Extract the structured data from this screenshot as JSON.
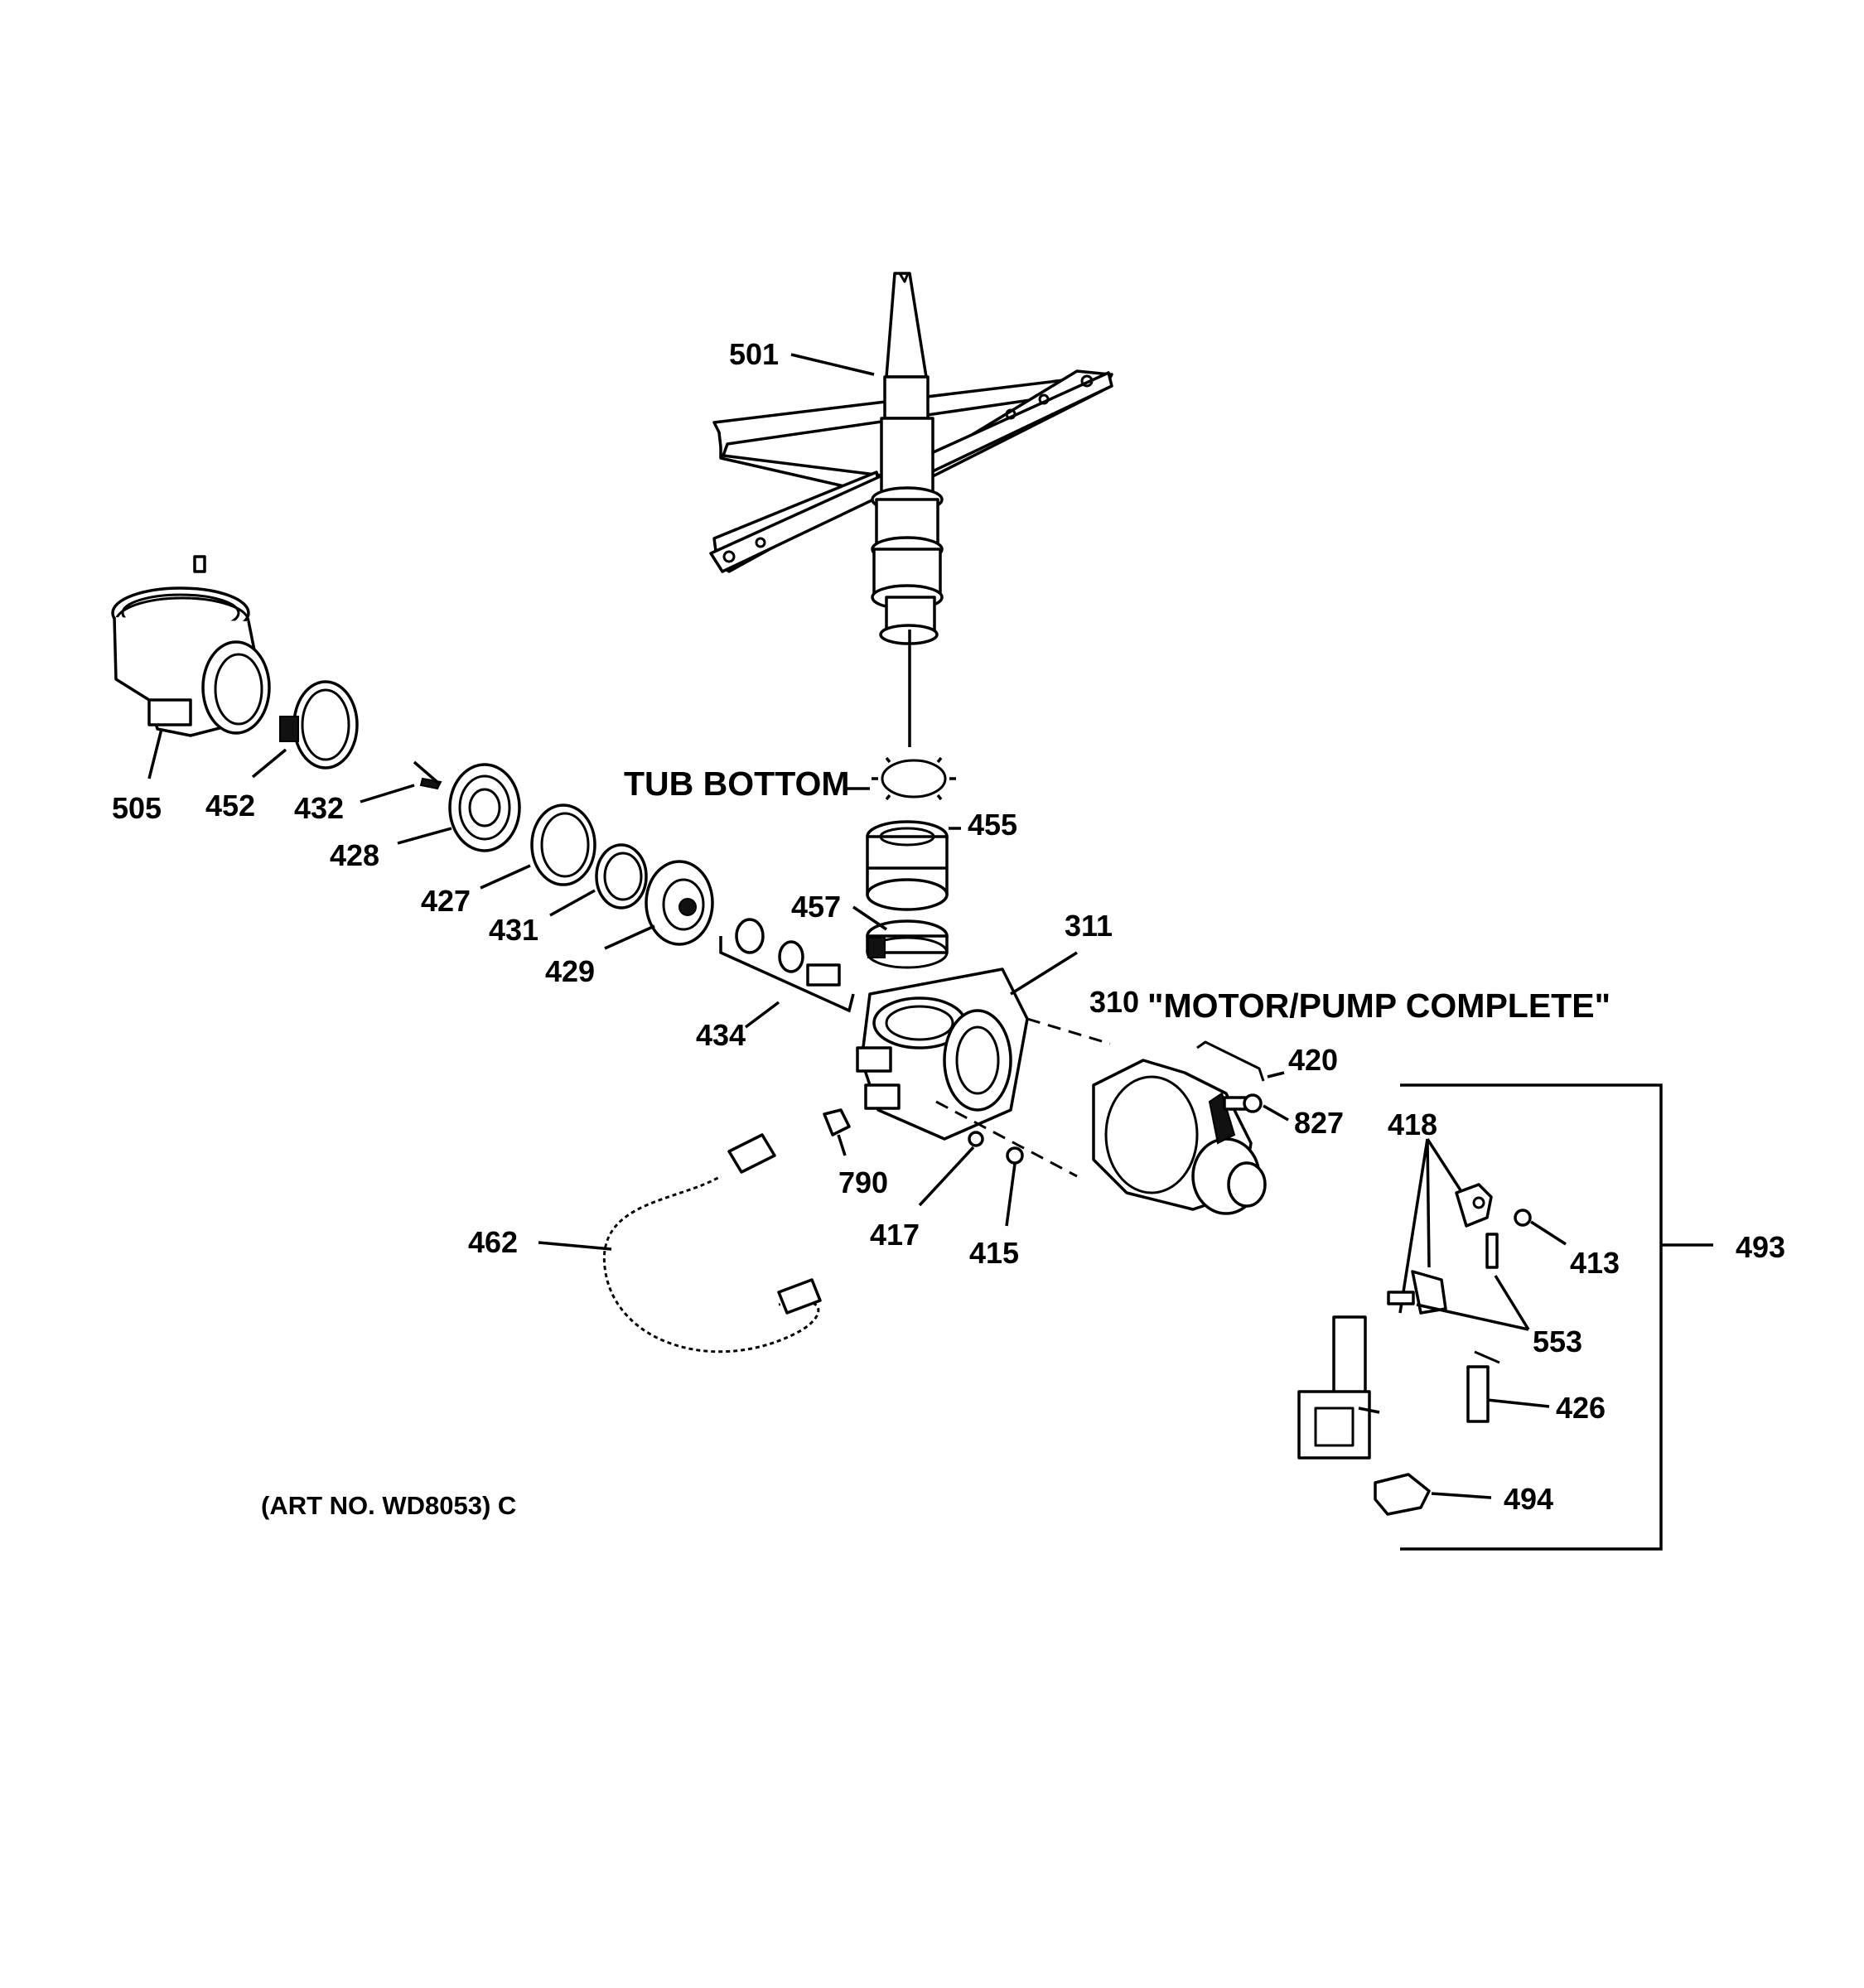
{
  "diagram": {
    "tub_bottom_label": "TUB BOTTOM",
    "motor_pump_title": "\"MOTOR/PUMP COMPLETE\"",
    "art_number": "(ART NO. WD8053) C",
    "callouts": {
      "p501": "501",
      "p505": "505",
      "p452": "452",
      "p432": "432",
      "p428": "428",
      "p427": "427",
      "p431": "431",
      "p429": "429",
      "p434": "434",
      "p455": "455",
      "p457": "457",
      "p311": "311",
      "p310": "310",
      "p420": "420",
      "p827": "827",
      "p790": "790",
      "p417": "417",
      "p415": "415",
      "p462": "462",
      "p418": "418",
      "p413": "413",
      "p493": "493",
      "p553": "553",
      "p426": "426",
      "p494": "494"
    }
  }
}
